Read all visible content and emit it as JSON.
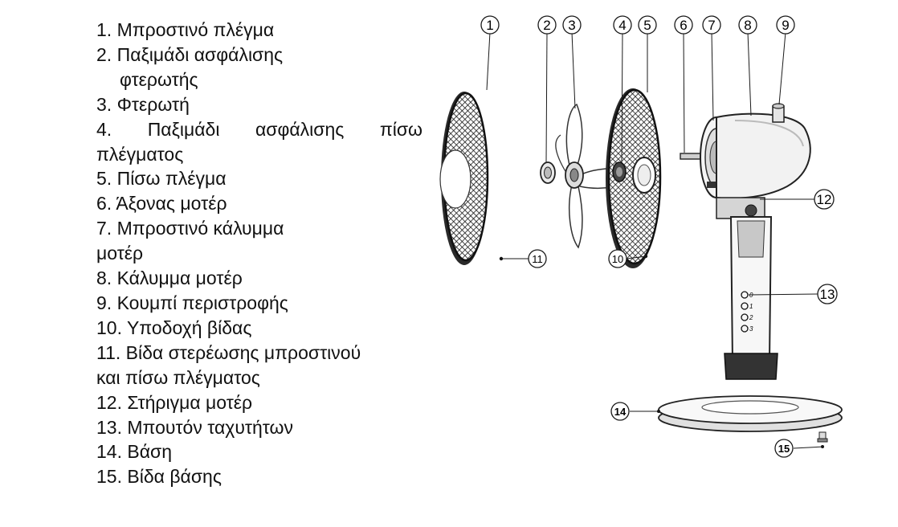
{
  "parts": [
    {
      "n": "1.",
      "lines": [
        "Μπροστινό πλέγμα"
      ]
    },
    {
      "n": "2.",
      "lines": [
        "Παξιμάδι ασφάλισης",
        "φτερωτής"
      ]
    },
    {
      "n": "3.",
      "lines": [
        "Φτερωτή"
      ]
    },
    {
      "n": "4.",
      "lines": [
        "Παξιμάδι ασφάλισης πίσω",
        "πλέγματος"
      ]
    },
    {
      "n": "5.",
      "lines": [
        "Πίσω πλέγμα"
      ]
    },
    {
      "n": "6.",
      "lines": [
        " Άξονας μοτέρ"
      ]
    },
    {
      "n": "7.",
      "lines": [
        "Μπροστινό κάλυμμα",
        "μοτέρ"
      ]
    },
    {
      "n": "8.",
      "lines": [
        "Κάλυμμα μοτέρ"
      ]
    },
    {
      "n": "9.",
      "lines": [
        "Κουμπί περιστροφής"
      ]
    },
    {
      "n": "10.",
      "lines": [
        "Υποδοχή βίδας"
      ]
    },
    {
      "n": "11.",
      "lines": [
        "Βίδα στερέωσης μπροστινού",
        "και πίσω πλέγματος"
      ]
    },
    {
      "n": "12.",
      "lines": [
        "Στήριγμα μοτέρ"
      ]
    },
    {
      "n": "13.",
      "lines": [
        "Μπουτόν ταχυτήτων"
      ]
    },
    {
      "n": "14.",
      "lines": [
        "Βάση"
      ]
    },
    {
      "n": "15.",
      "lines": [
        "Βίδα βάσης"
      ]
    }
  ],
  "callouts": [
    "1",
    "2",
    "3",
    "4",
    "5",
    "6",
    "7",
    "8",
    "9",
    "10",
    "11",
    "12",
    "13",
    "14",
    "15"
  ],
  "speed_marks": [
    "0",
    "1",
    "2",
    "3"
  ],
  "colors": {
    "text": "#111111",
    "line": "#1a1a1a",
    "mesh": "#222222",
    "grey": "#bdbdbd",
    "light": "#e8e8e8"
  }
}
